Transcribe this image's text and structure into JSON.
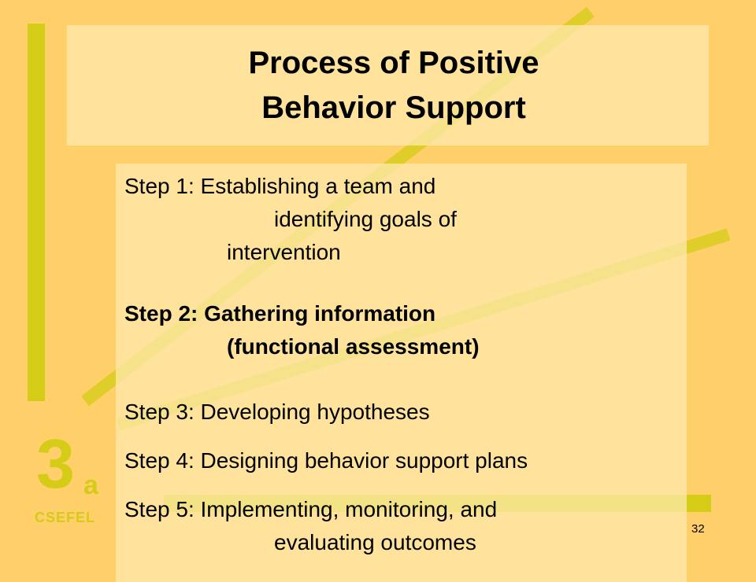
{
  "slide": {
    "title_line1": "Process of Positive",
    "title_line2": "Behavior Support",
    "steps": [
      {
        "label": "Step 1:",
        "lines": [
          "Establishing a team and",
          "identifying goals of",
          "intervention"
        ]
      },
      {
        "label": "Step 2:",
        "lines": [
          "Gathering information",
          "(functional assessment)"
        ]
      },
      {
        "label": "Step 3:",
        "lines": [
          "Developing hypotheses"
        ]
      },
      {
        "label": "Step 4:",
        "lines": [
          "Designing behavior support plans"
        ]
      },
      {
        "label": "Step 5:",
        "lines": [
          "Implementing, monitoring, and",
          "evaluating outcomes"
        ]
      }
    ],
    "logo_number": "3",
    "logo_letter": "a",
    "logo_org": "CSEFEL",
    "page_number": "32"
  },
  "colors": {
    "background": "#FFCF6A",
    "panel": "#FFEAB2",
    "accent_lines": "#D4CC16"
  }
}
